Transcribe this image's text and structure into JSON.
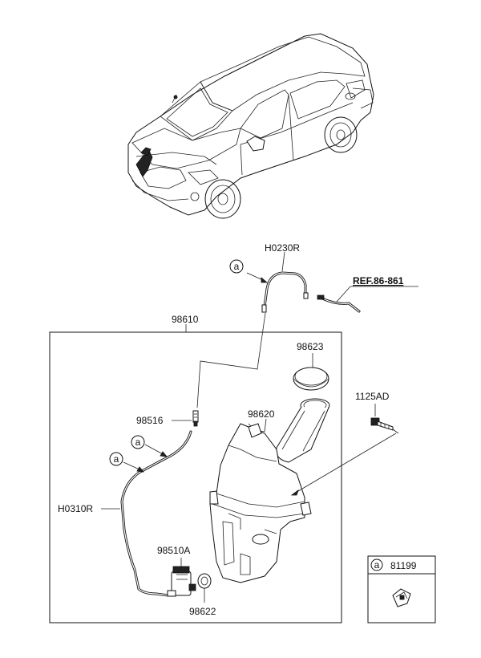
{
  "labels": {
    "h0230r": "H0230R",
    "ref": "REF.86-861",
    "p98610": "98610",
    "p98623": "98623",
    "p1125ad": "1125AD",
    "p98516": "98516",
    "p98620": "98620",
    "h0310r": "H0310R",
    "p98510a": "98510A",
    "p98622": "98622",
    "p81199": "81199"
  },
  "callout_letter": "a",
  "callouts": [
    "a",
    "a",
    "a"
  ]
}
